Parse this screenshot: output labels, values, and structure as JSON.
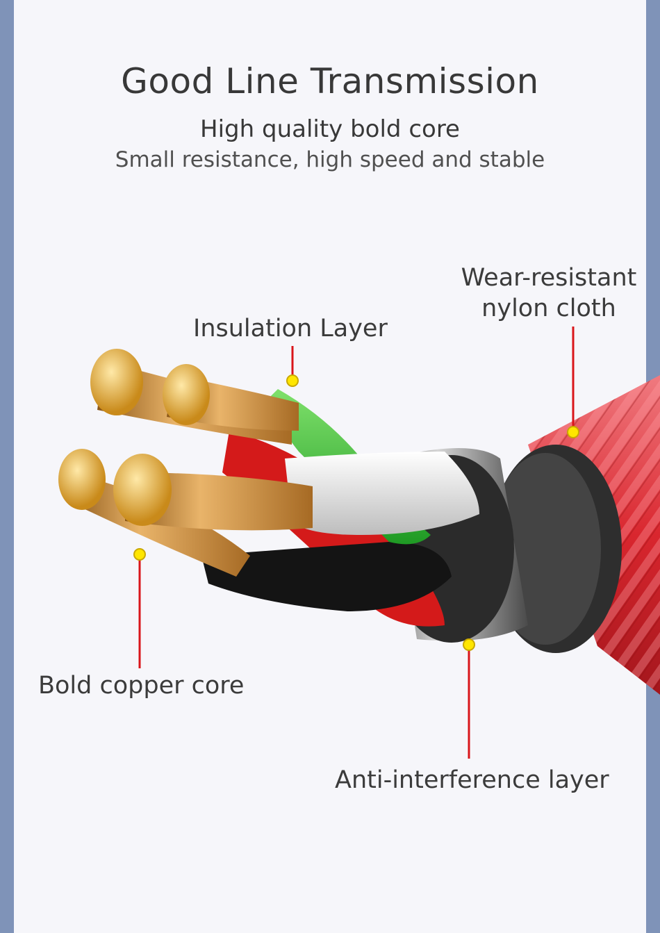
{
  "header": {
    "title": "Good Line Transmission",
    "subtitle": "High quality bold core",
    "tagline": "Small resistance, high speed and stable"
  },
  "callouts": {
    "insulation_layer": "Insulation Layer",
    "nylon_cloth_line1": "Wear-resistant",
    "nylon_cloth_line2": "nylon cloth",
    "copper_core": "Bold copper core",
    "anti_interference": "Anti-interference layer"
  },
  "colors": {
    "background": "#f6f6fa",
    "side_border": "#7f93b8",
    "leader_line": "#d9151a",
    "marker": "#ffe600",
    "braid": "#e8464c",
    "copper": "#c58a3a",
    "insulation_green": "#3fbf3a"
  }
}
